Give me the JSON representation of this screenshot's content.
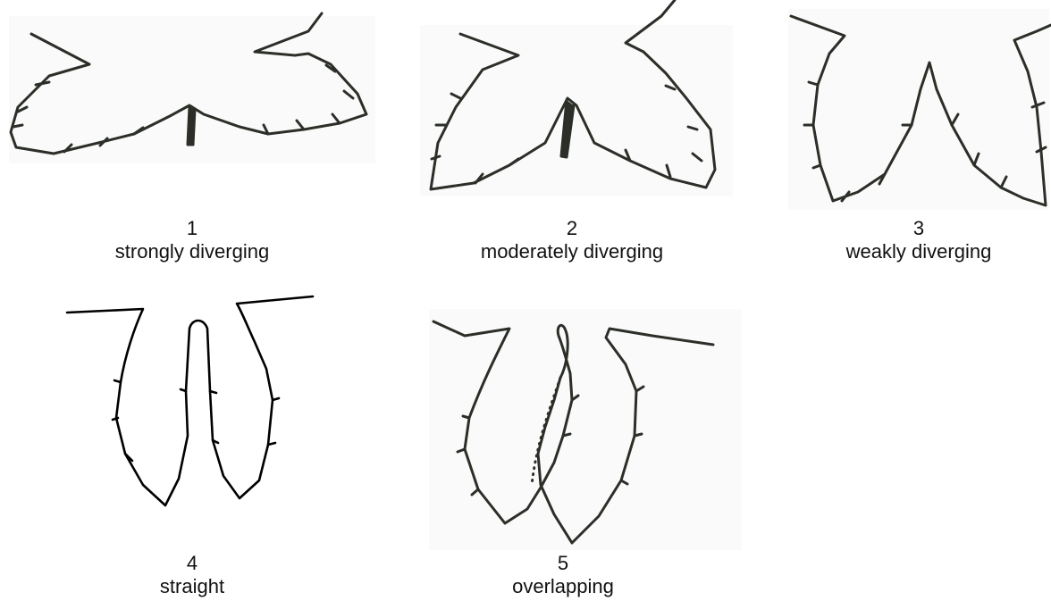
{
  "figure": {
    "panels": [
      {
        "number": "1",
        "label": "strongly diverging"
      },
      {
        "number": "2",
        "label": "moderately diverging"
      },
      {
        "number": "3",
        "label": "weakly diverging"
      },
      {
        "number": "4",
        "label": "straight"
      },
      {
        "number": "5",
        "label": "overlapping"
      }
    ],
    "colors": {
      "line": "#2b2f28",
      "background": "#fafafa"
    }
  }
}
